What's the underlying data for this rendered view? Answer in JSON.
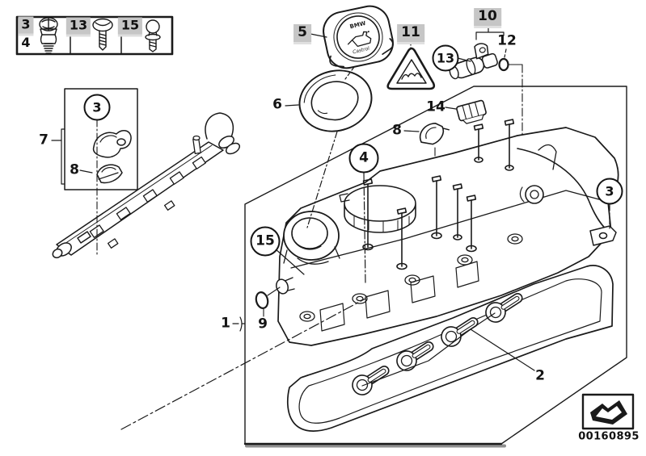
{
  "colors": {
    "ink": "#1a1a1a",
    "highlight": "#c6c6c6",
    "shadow": "#8f8f8f",
    "bg": "#ffffff"
  },
  "legend": {
    "n3": "3",
    "n4": "4",
    "n13": "13",
    "n15": "15"
  },
  "labels": {
    "n1": "1",
    "n2": "2",
    "n3_cover": "3",
    "n3_clamp": "3",
    "n4": "4",
    "n5": "5",
    "n6": "6",
    "n7": "7",
    "n8_cover": "8",
    "n8_clamp": "8",
    "n9": "9",
    "n10": "10",
    "n11": "11",
    "n12": "12",
    "n13_screw": "13",
    "n14": "14",
    "n15_ballpin": "15"
  },
  "oil_cap": {
    "brand_top": "BMW",
    "brand_bottom": "Castrol"
  },
  "stamp": {
    "code": "00160895"
  }
}
